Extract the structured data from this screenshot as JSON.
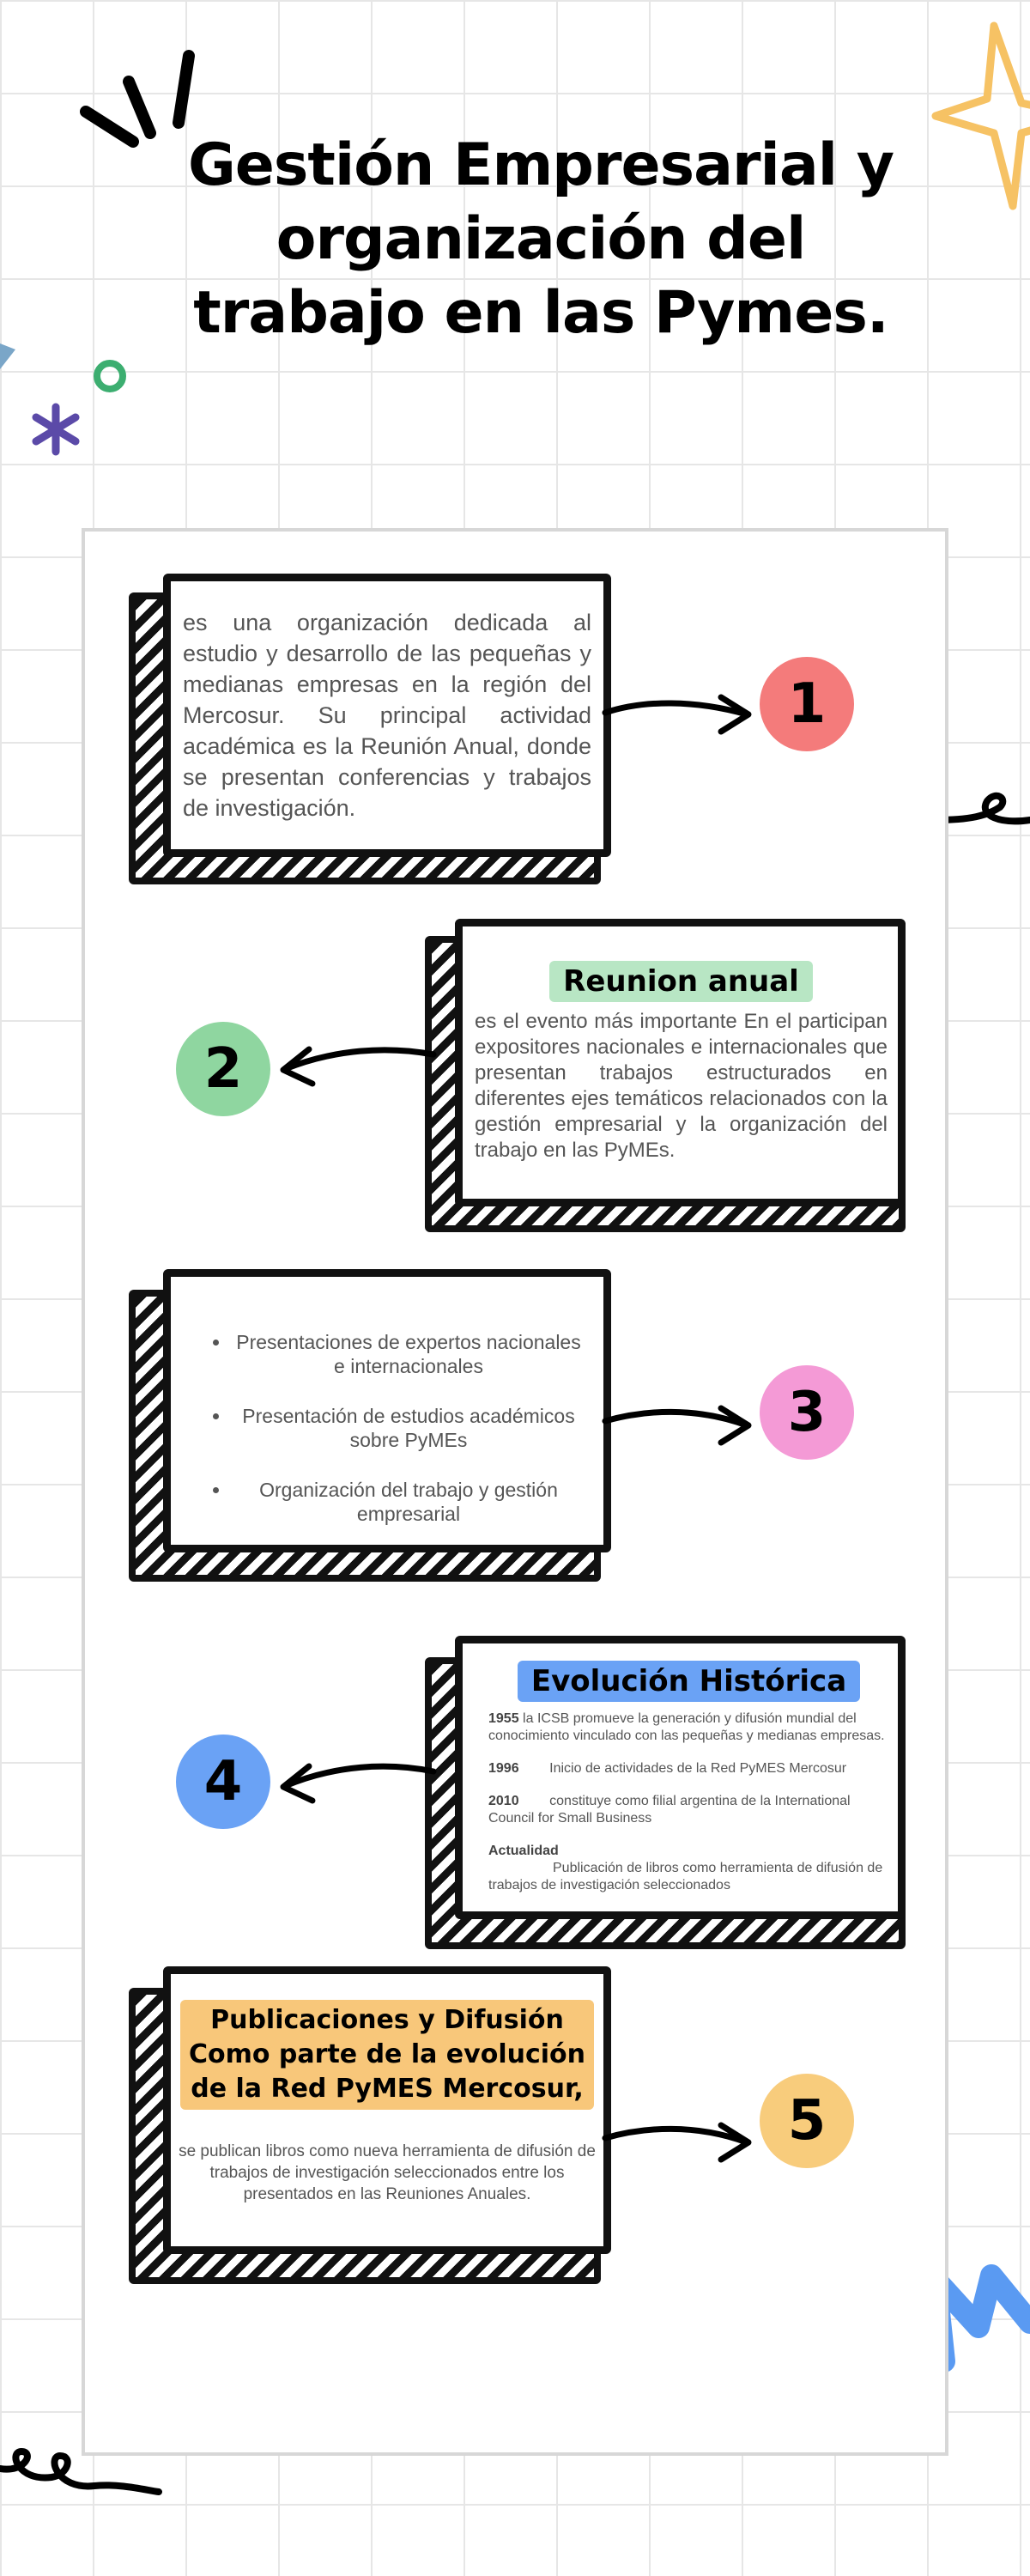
{
  "title": {
    "line1": "Gestión Empresarial y",
    "line2": "organización del",
    "line3": "trabajo en las Pymes."
  },
  "colors": {
    "badge1": "#f47b7b",
    "badge2": "#8fd6a0",
    "badge3": "#f49ad6",
    "badge4": "#6aa2f5",
    "badge5": "#f8cc7c",
    "pill_reunion": "#b8e6c4",
    "pill_evolucion": "#6aa2f5",
    "pill_publicaciones": "#f8c77a"
  },
  "steps": {
    "s1": {
      "number": "1",
      "text": "es una organización dedicada al estudio y desarrollo de las pequeñas y medianas empresas en la región del Mercosur. Su principal actividad académica es la Reunión Anual, donde se presentan conferencias y trabajos de investigación."
    },
    "s2": {
      "number": "2",
      "heading": "Reunion anual",
      "text": "es el evento más importante  En el participan expositores nacionales e internacionales que presentan trabajos estructurados en diferentes ejes temáticos relacionados con la gestión empresarial y la organización del trabajo en las PyMEs."
    },
    "s3": {
      "number": "3",
      "items": [
        "Presentaciones de expertos nacionales e internacionales",
        "Presentación de estudios académicos sobre PyMEs",
        "Organización del trabajo y gestión empresarial"
      ]
    },
    "s4": {
      "number": "4",
      "heading": "Evolución Histórica",
      "entries": [
        {
          "year": "1955",
          "text": "la ICSB promueve la generación y difusión mundial del conocimiento vinculado con las pequeñas y medianas empresas."
        },
        {
          "year": "1996",
          "text": "Inicio de actividades de la Red PyMES Mercosur"
        },
        {
          "year": "2010",
          "text": "constituye como filial argentina de la International Council for Small Business"
        },
        {
          "year": "Actualidad",
          "text": "Publicación de libros como herramienta de difusión de trabajos de investigación seleccionados"
        }
      ]
    },
    "s5": {
      "number": "5",
      "heading_line1": "Publicaciones y Difusión",
      "heading_line2": "Como parte de la evolución",
      "heading_line3": "de la Red PyMES Mercosur,",
      "text": "se publican libros como nueva herramienta de difusión de trabajos de investigación seleccionados entre los presentados en las Reuniones Anuales."
    }
  }
}
